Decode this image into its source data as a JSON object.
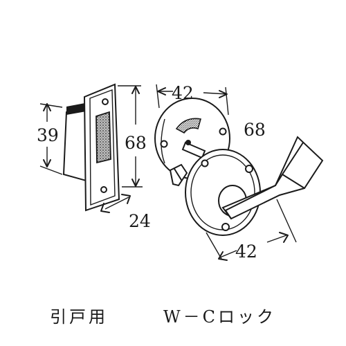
{
  "latch": {
    "height_label": "39",
    "plate_height_label": "68",
    "depth_label": "24"
  },
  "handle": {
    "rose_diameter_label": "42",
    "overall_height_label": "68",
    "knob_diameter_label": "42"
  },
  "caption": {
    "usage": "引戸用",
    "model": "W－Cロック"
  }
}
